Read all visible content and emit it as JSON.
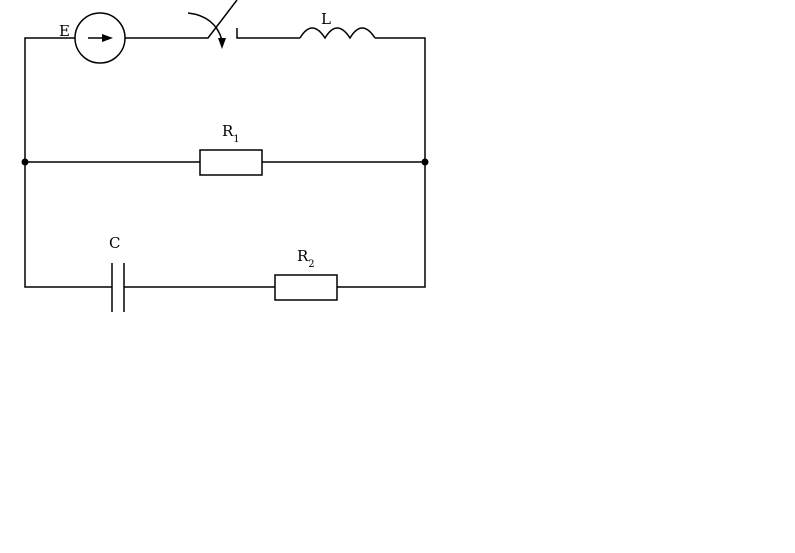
{
  "labels": {
    "source": "E",
    "inductor": "L",
    "resistor1": "R",
    "resistor1_sub": "1",
    "capacitor": "C",
    "resistor2": "R",
    "resistor2_sub": "2"
  }
}
